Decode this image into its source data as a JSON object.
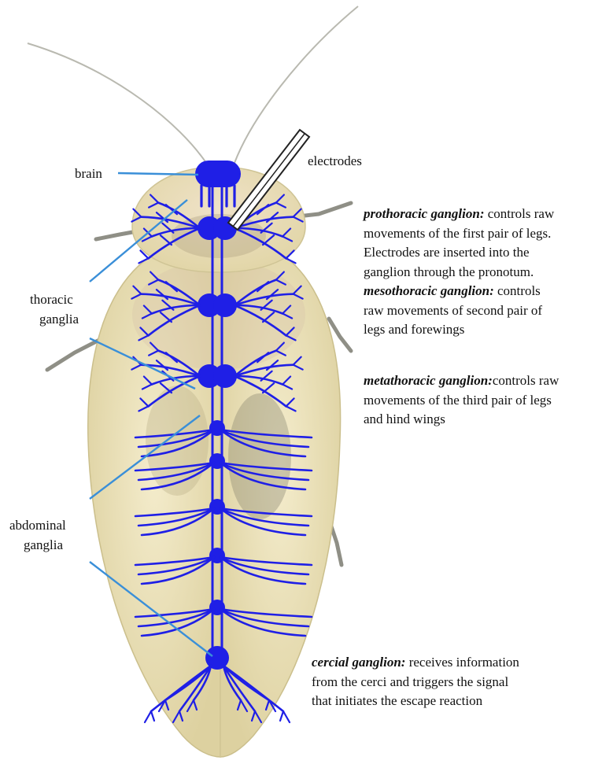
{
  "colors": {
    "nerve": "#1f1fe6",
    "leader": "#3a8fd8",
    "body": "#efe7c6",
    "wing": "#e6dcae",
    "pronotum": "#f1ead0",
    "leg": "#8f8f86",
    "text": "#111111"
  },
  "labels": {
    "brain": "brain",
    "electrodes": "electrodes",
    "thoracic": [
      "thoracic",
      "ganglia"
    ],
    "abdominal": [
      "abdominal",
      "ganglia"
    ]
  },
  "descriptions": {
    "prothoracic": {
      "term": "prothoracic ganglion:",
      "lines": [
        " controls raw",
        "movements of the first pair of legs.",
        "Electrodes are inserted into the",
        "ganglion through the pronotum."
      ]
    },
    "mesothoracic": {
      "term": "mesothoracic ganglion:",
      "lines": [
        " controls",
        "raw movements of second pair of",
        "legs and forewings"
      ]
    },
    "metathoracic": {
      "term": "metathoracic ganglion:",
      "lines": [
        "controls raw",
        "movements of the third pair of legs",
        "and hind wings"
      ]
    },
    "cercial": {
      "term": "cercial ganglion:",
      "lines": [
        " receives information",
        "from the cerci and triggers the signal",
        "that initiates the escape reaction"
      ]
    }
  }
}
